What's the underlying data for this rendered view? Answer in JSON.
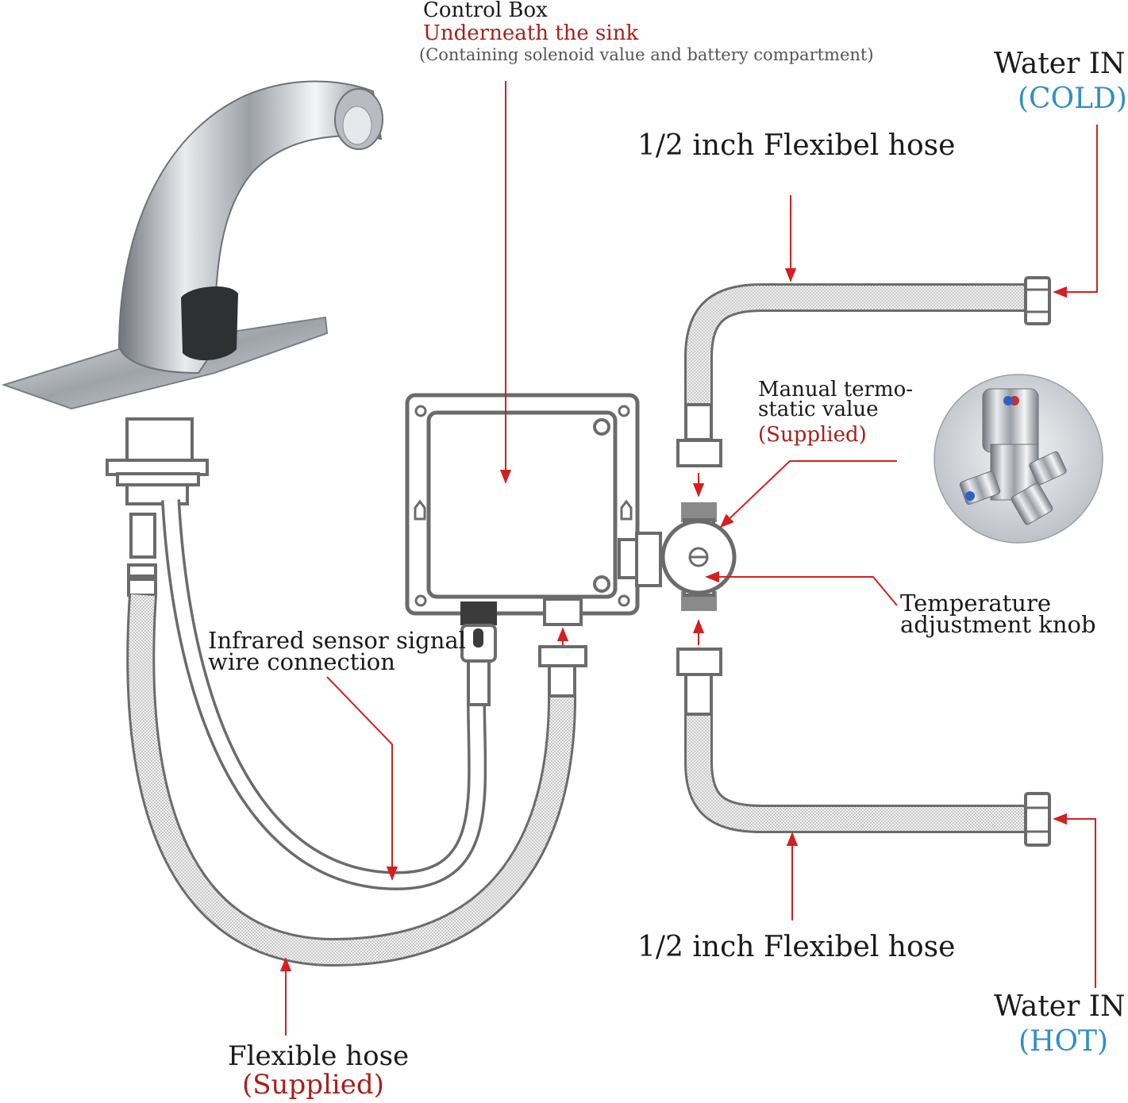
{
  "labels": {
    "control_box_title": "Control Box",
    "control_box_location": "Underneath the sink",
    "control_box_note": "(Containing solenoid value and battery compartment)",
    "water_in_cold_title": "Water IN",
    "water_in_cold_temp": "(COLD)",
    "hose_top": "1/2 inch Flexibel hose",
    "valve_line1": "Manual termo-",
    "valve_line2": "static value",
    "valve_supplied": "(Supplied)",
    "knob_line1": "Temperature",
    "knob_line2": "adjustment knob",
    "sensor_line1": "Infrared sensor signal",
    "sensor_line2": "wire connection",
    "hose_bottom": "1/2 inch Flexibel hose",
    "water_in_hot_title": "Water IN",
    "water_in_hot_temp": "(HOT)",
    "flex_hose_title": "Flexible hose",
    "flex_hose_supplied": "(Supplied)"
  },
  "colors": {
    "leader": "#d42020",
    "outline": "#6b6b6b",
    "label_red": "#a8201a",
    "label_blue": "#2f8fc8",
    "chrome": "#c9ccd1"
  }
}
